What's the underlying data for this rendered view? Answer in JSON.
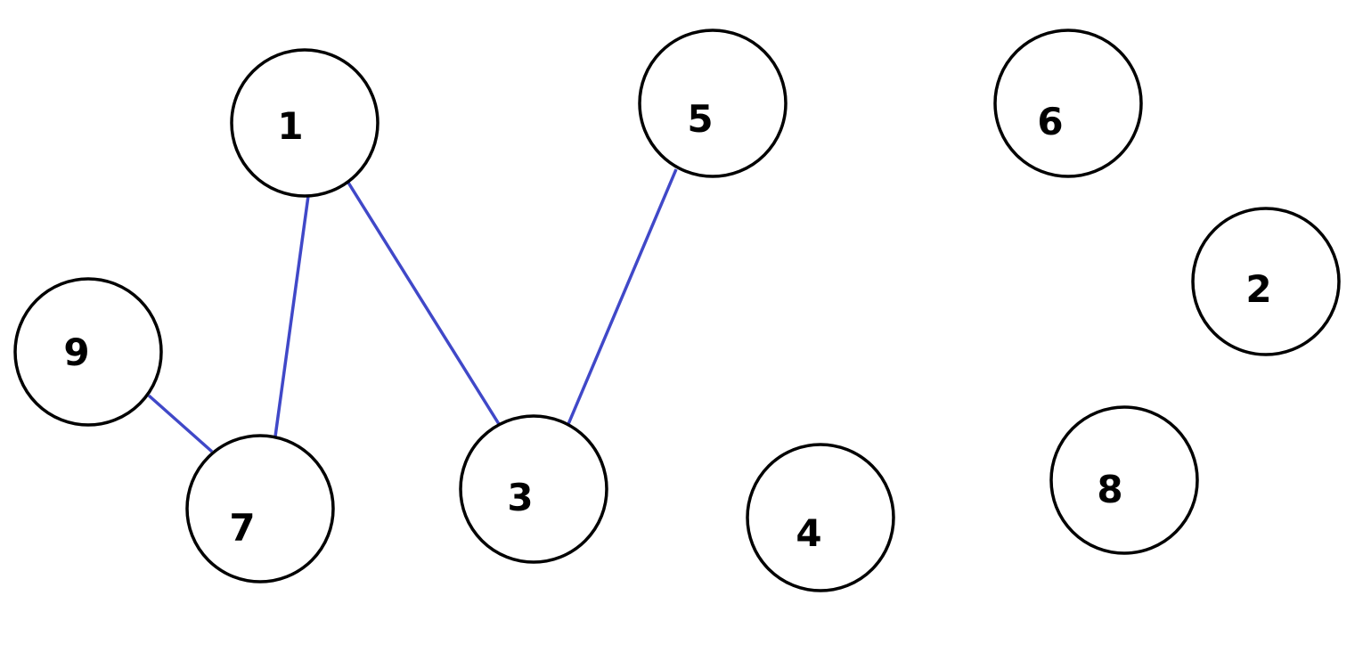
{
  "colors": {
    "edge": "#4048c8",
    "node_stroke": "#000000",
    "node_fill": "#ffffff",
    "background": "#ffffff"
  },
  "nodes": [
    {
      "id": "1",
      "label": "1"
    },
    {
      "id": "5",
      "label": "5"
    },
    {
      "id": "6",
      "label": "6"
    },
    {
      "id": "2",
      "label": "2"
    },
    {
      "id": "9",
      "label": "9"
    },
    {
      "id": "7",
      "label": "7"
    },
    {
      "id": "3",
      "label": "3"
    },
    {
      "id": "4",
      "label": "4"
    },
    {
      "id": "8",
      "label": "8"
    }
  ],
  "edges": [
    {
      "from": "1",
      "to": "7"
    },
    {
      "from": "1",
      "to": "3"
    },
    {
      "from": "5",
      "to": "3"
    },
    {
      "from": "9",
      "to": "7"
    }
  ]
}
